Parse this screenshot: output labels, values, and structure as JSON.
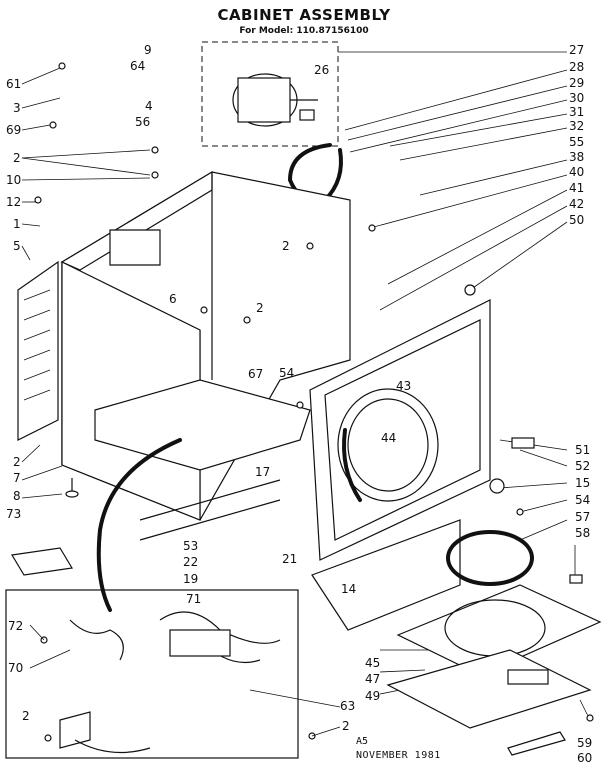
{
  "title": "CABINET ASSEMBLY",
  "subtitle": "For Model: 110.87156100",
  "footer": {
    "code": "A5",
    "date": "NOVEMBER 1981"
  },
  "callouts": {
    "c9": "9",
    "c27": "27",
    "c61": "61",
    "c64": "64",
    "c26": "26",
    "c28": "28",
    "c29": "29",
    "c30": "30",
    "c3": "3",
    "c4": "4",
    "c31": "31",
    "c69": "69",
    "c56": "56",
    "c32": "32",
    "c55": "55",
    "c2a": "2",
    "c38": "38",
    "c10": "10",
    "c40": "40",
    "c41": "41",
    "c12": "12",
    "c42": "42",
    "c1": "1",
    "c50": "50",
    "c2b": "2",
    "c5": "5",
    "c6": "6",
    "c2c": "2",
    "c67": "67",
    "c54a": "54",
    "c43": "43",
    "c44": "44",
    "c51": "51",
    "c2d": "2",
    "c7": "7",
    "c17": "17",
    "c52": "52",
    "c15": "15",
    "c8": "8",
    "c54b": "54",
    "c73": "73",
    "c57": "57",
    "c53": "53",
    "c58": "58",
    "c22": "22",
    "c21": "21",
    "c19": "19",
    "c14": "14",
    "c71": "71",
    "c72": "72",
    "c70": "70",
    "c45": "45",
    "c47": "47",
    "c49": "49",
    "c63": "63",
    "c2e": "2",
    "c2f": "2",
    "c59": "59",
    "c60": "60"
  }
}
